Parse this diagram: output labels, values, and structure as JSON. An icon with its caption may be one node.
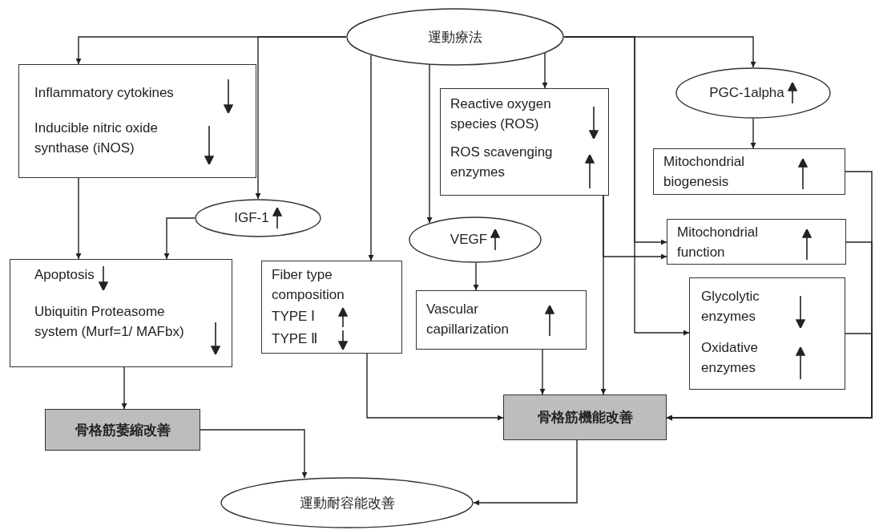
{
  "diagram": {
    "nodes": [
      {
        "text": [
          "運動療法"
        ]
      },
      {
        "text": [
          "Inflammatory cytokines",
          "Inducible nitric oxide synthase (iNOS)"
        ]
      },
      {
        "text": [
          "IGF-1"
        ]
      },
      {
        "text": [
          "Apoptosis",
          "Ubiquitin Proteasome system (Murf=1/ MAFbx)"
        ]
      },
      {
        "text": [
          "Fiber type composition",
          "TYPE Ⅰ",
          "TYPE Ⅱ"
        ]
      },
      {
        "text": [
          "Reactive oxygen species (ROS)",
          "ROS scavenging enzymes"
        ]
      },
      {
        "text": [
          "VEGF"
        ]
      },
      {
        "text": [
          "Vascular capillarization"
        ]
      },
      {
        "text": [
          "PGC-1alpha"
        ]
      },
      {
        "text": [
          "Mitochondrial biogenesis"
        ]
      },
      {
        "text": [
          "Mitochondrial function"
        ]
      },
      {
        "text": [
          "Glycolytic enzymes",
          "Oxidative enzymes"
        ]
      },
      {
        "text": [
          "骨格筋萎縮改善"
        ]
      },
      {
        "text": [
          "骨格筋機能改善"
        ]
      },
      {
        "text": [
          "運動耐容能改善"
        ]
      }
    ],
    "edges": [
      {
        "from": 0,
        "to": 1,
        "arrow": "to"
      },
      {
        "from": 0,
        "to": 2,
        "arrow": "to"
      },
      {
        "from": 0,
        "to": 4,
        "arrow": "to"
      },
      {
        "from": 0,
        "to": 6,
        "arrow": "to"
      },
      {
        "from": 0,
        "to": 5,
        "arrow": "to"
      },
      {
        "from": 0,
        "to": 8,
        "arrow": "to"
      },
      {
        "from": 0,
        "to": 10,
        "arrow": "to"
      },
      {
        "from": 0,
        "to": 11,
        "arrow": "to"
      },
      {
        "from": 1,
        "to": 3,
        "arrow": "to"
      },
      {
        "from": 2,
        "to": 3,
        "arrow": "to"
      },
      {
        "from": 3,
        "to": 12,
        "arrow": "to"
      },
      {
        "from": 4,
        "to": 13,
        "arrow": "to"
      },
      {
        "from": 5,
        "to": 10,
        "arrow": "to"
      },
      {
        "from": 5,
        "to": 13,
        "arrow": "to"
      },
      {
        "from": 6,
        "to": 7,
        "arrow": "to"
      },
      {
        "from": 7,
        "to": 13,
        "arrow": "to"
      },
      {
        "from": 8,
        "to": 9,
        "arrow": "to"
      },
      {
        "from": 9,
        "to": 13,
        "arrow": "to"
      },
      {
        "from": 10,
        "to": 13,
        "arrow": "to"
      },
      {
        "from": 11,
        "to": 13,
        "arrow": "to"
      },
      {
        "from": 12,
        "to": 14,
        "arrow": "to"
      },
      {
        "from": 13,
        "to": 14,
        "arrow": "to"
      }
    ]
  }
}
